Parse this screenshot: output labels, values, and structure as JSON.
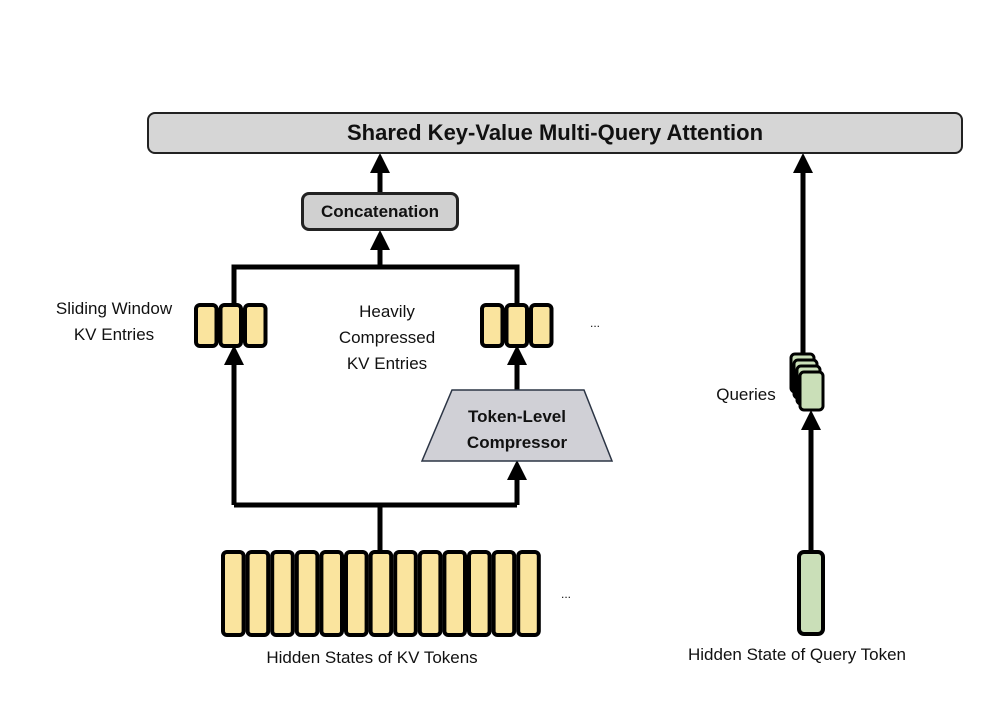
{
  "title": "Shared Key-Value Multi-Query Attention",
  "concat_label": "Concatenation",
  "compressor_label": [
    "Token-Level",
    "Compressor"
  ],
  "sliding_label": [
    "Sliding Window",
    "KV Entries"
  ],
  "compressed_label": [
    "Heavily",
    "Compressed",
    "KV Entries"
  ],
  "queries_label": "Queries",
  "kv_tokens_label": "Hidden States of KV Tokens",
  "query_token_label": "Hidden State of Query Token",
  "ellipsis": "...",
  "counts": {
    "kv_tokens": 13,
    "sliding_entries": 3,
    "compressed_entries": 3,
    "query_stack": 4
  },
  "colors": {
    "kv_fill": "#fae49e",
    "query_fill": "#cadfb8",
    "box_fill": "#d6d6d6",
    "compressor_fill": "#d0d0d6",
    "stroke": "#000000"
  }
}
